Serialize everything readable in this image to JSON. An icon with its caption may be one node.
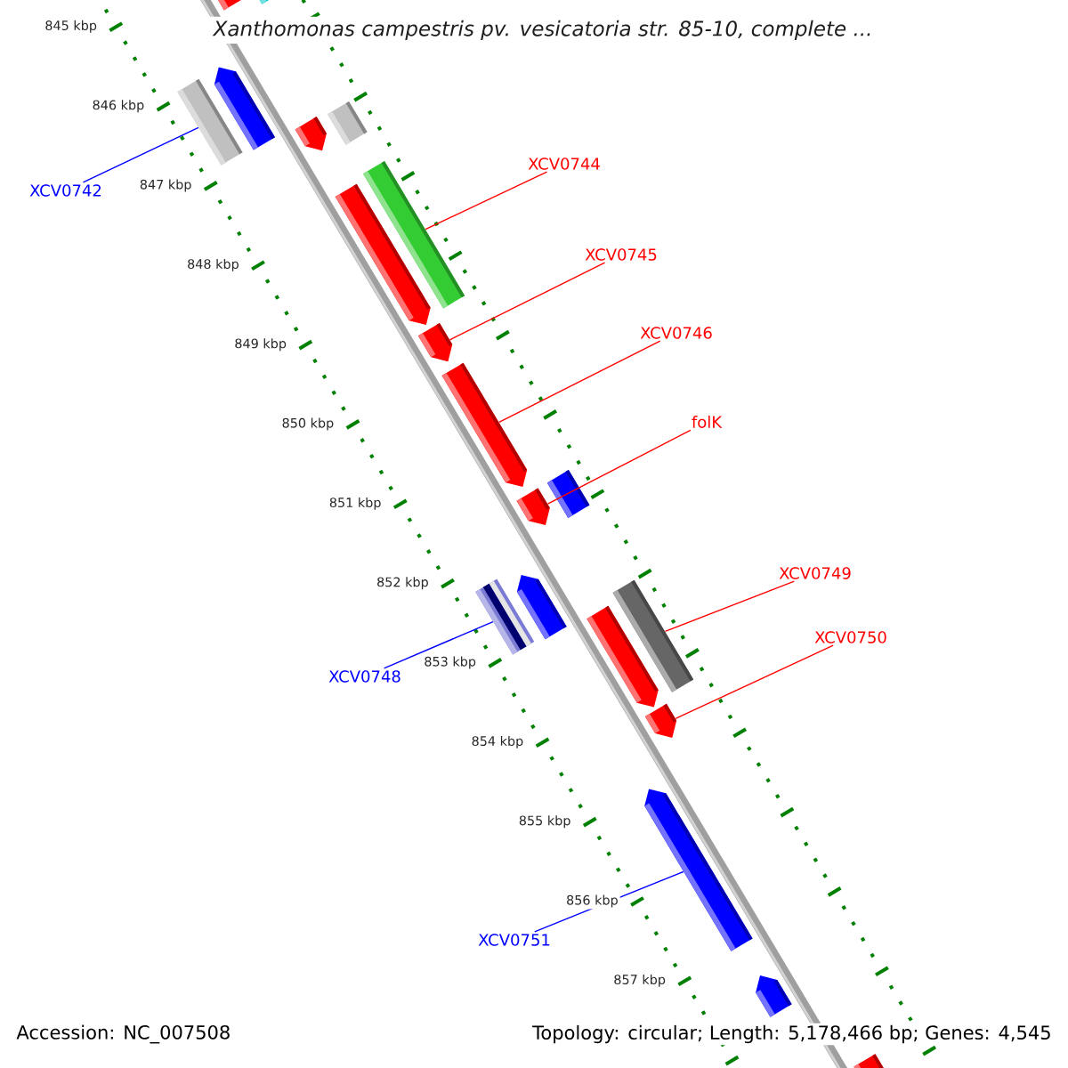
{
  "diagram": {
    "title": "Xanthomonas campestris pv. vesicatoria str. 85-10, complete ...",
    "nodes": [
      {
        "text": [],
        "shape": "bar"
      },
      {
        "text": [],
        "shape": "bar"
      },
      {
        "text": [],
        "shape": "bar"
      },
      {
        "text": [],
        "shape": "bar"
      },
      {
        "text": [
          "XCV0742"
        ]
      },
      {
        "text": [],
        "shape": "bar"
      },
      {
        "text": [],
        "shape": "bar"
      },
      {
        "text": [
          "XCV0744"
        ]
      },
      {
        "text": [],
        "shape": "bar"
      },
      {
        "text": [],
        "shape": "bar"
      },
      {
        "text": [
          "XCV0745"
        ]
      },
      {
        "text": [],
        "shape": "bar"
      },
      {
        "text": [
          "XCV0746"
        ]
      },
      {
        "text": [],
        "shape": "bar"
      },
      {
        "text": [
          "folK"
        ]
      },
      {
        "text": [],
        "shape": "bar"
      },
      {
        "text": [],
        "shape": "bar"
      },
      {
        "text": [],
        "shape": "bar"
      },
      {
        "text": [],
        "shape": "bar"
      },
      {
        "text": [
          "XCV0748"
        ]
      },
      {
        "text": [
          "XCV0749"
        ]
      },
      {
        "text": [],
        "shape": "bar"
      },
      {
        "text": [],
        "shape": "bar"
      },
      {
        "text": [
          "XCV0750"
        ]
      },
      {
        "text": [],
        "shape": "bar"
      },
      {
        "text": [],
        "shape": "bar"
      },
      {
        "text": [
          "XCV0751"
        ]
      },
      {
        "text": [],
        "shape": "bar"
      },
      {
        "text": [],
        "shape": "bar"
      }
    ],
    "edges": [
      {
        "from": 4,
        "to": 3,
        "arrow": "none",
        "color": "#0000ff"
      },
      {
        "from": 7,
        "to": 8,
        "arrow": "none"
      },
      {
        "from": 10,
        "to": 11,
        "arrow": "none"
      },
      {
        "from": 12,
        "to": 13,
        "arrow": "none"
      },
      {
        "from": 14,
        "to": 15,
        "arrow": "none"
      },
      {
        "from": 19,
        "to": 17,
        "arrow": "none",
        "color": "#0000ff"
      },
      {
        "from": 20,
        "to": 21,
        "arrow": "none"
      },
      {
        "from": 23,
        "to": 24,
        "arrow": "none"
      },
      {
        "from": 26,
        "to": 25,
        "arrow": "none",
        "color": "#0000ff"
      }
    ],
    "labels": [
      "845 kbp",
      "846 kbp",
      "847 kbp",
      "848 kbp",
      "849 kbp",
      "850 kbp",
      "851 kbp",
      "852 kbp",
      "853 kbp",
      "854 kbp",
      "855 kbp",
      "856 kbp",
      "857 kbp",
      "Accession: NC_007508",
      "Topology: circular; Length: 5,178,466 bp; Genes: 4,545"
    ]
  }
}
